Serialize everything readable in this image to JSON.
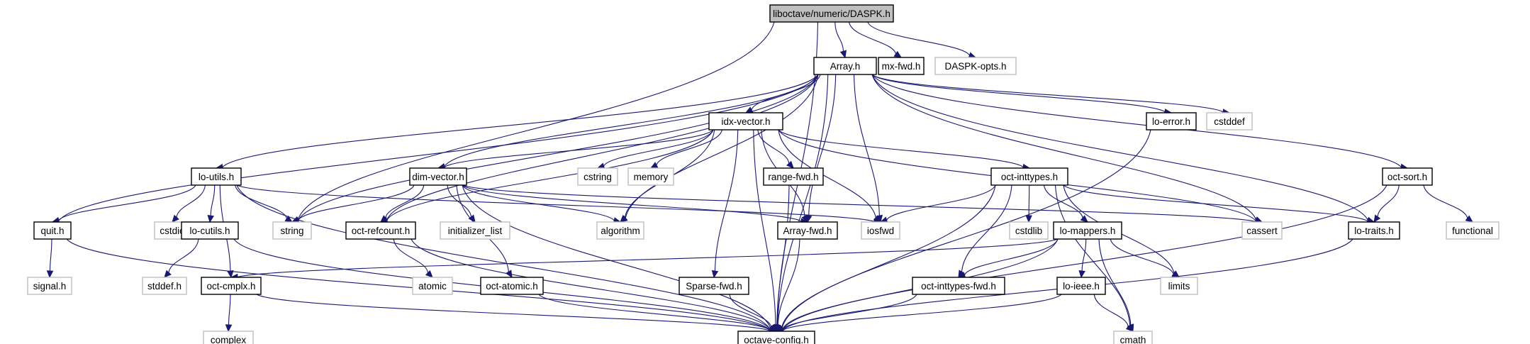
{
  "graph": {
    "title": "liboctave/numeric/DASPK.h",
    "edge_color": "#191970",
    "root_fill": "#bfbfbf",
    "external_border": "#bfbfbf",
    "nodes": [
      {
        "id": "daspk",
        "label": "liboctave/numeric/DASPK.h",
        "kind": "root"
      },
      {
        "id": "array",
        "label": "Array.h",
        "kind": "internal"
      },
      {
        "id": "mxfwd",
        "label": "mx-fwd.h",
        "kind": "internal"
      },
      {
        "id": "daspkopts",
        "label": "DASPK-opts.h",
        "kind": "external"
      },
      {
        "id": "idxvector",
        "label": "idx-vector.h",
        "kind": "internal"
      },
      {
        "id": "loerror",
        "label": "lo-error.h",
        "kind": "internal"
      },
      {
        "id": "cstddef",
        "label": "cstddef",
        "kind": "external"
      },
      {
        "id": "loutils",
        "label": "lo-utils.h",
        "kind": "internal"
      },
      {
        "id": "dimvector",
        "label": "dim-vector.h",
        "kind": "internal"
      },
      {
        "id": "octinttypes",
        "label": "oct-inttypes.h",
        "kind": "internal"
      },
      {
        "id": "rangefwd",
        "label": "range-fwd.h",
        "kind": "internal"
      },
      {
        "id": "cstring",
        "label": "cstring",
        "kind": "external"
      },
      {
        "id": "memory",
        "label": "memory",
        "kind": "external"
      },
      {
        "id": "octsort",
        "label": "oct-sort.h",
        "kind": "internal"
      },
      {
        "id": "quit",
        "label": "quit.h",
        "kind": "internal"
      },
      {
        "id": "cstdio",
        "label": "cstdio",
        "kind": "external"
      },
      {
        "id": "locutils",
        "label": "lo-cutils.h",
        "kind": "internal"
      },
      {
        "id": "string",
        "label": "string",
        "kind": "external"
      },
      {
        "id": "octrefcount",
        "label": "oct-refcount.h",
        "kind": "internal"
      },
      {
        "id": "initlist",
        "label": "initializer_list",
        "kind": "external"
      },
      {
        "id": "algorithm",
        "label": "algorithm",
        "kind": "external"
      },
      {
        "id": "arrayfwd",
        "label": "Array-fwd.h",
        "kind": "internal"
      },
      {
        "id": "iosfwd",
        "label": "iosfwd",
        "kind": "external"
      },
      {
        "id": "cstdlib",
        "label": "cstdlib",
        "kind": "external"
      },
      {
        "id": "lomappers",
        "label": "lo-mappers.h",
        "kind": "internal"
      },
      {
        "id": "cassert",
        "label": "cassert",
        "kind": "external"
      },
      {
        "id": "lotraits",
        "label": "lo-traits.h",
        "kind": "internal"
      },
      {
        "id": "functional",
        "label": "functional",
        "kind": "external"
      },
      {
        "id": "signal",
        "label": "signal.h",
        "kind": "external"
      },
      {
        "id": "stddef",
        "label": "stddef.h",
        "kind": "external"
      },
      {
        "id": "octcmplx",
        "label": "oct-cmplx.h",
        "kind": "internal"
      },
      {
        "id": "atomic",
        "label": "atomic",
        "kind": "external"
      },
      {
        "id": "octatomic",
        "label": "oct-atomic.h",
        "kind": "internal"
      },
      {
        "id": "sparsefwd",
        "label": "Sparse-fwd.h",
        "kind": "internal"
      },
      {
        "id": "octinttypesfwd",
        "label": "oct-inttypes-fwd.h",
        "kind": "internal"
      },
      {
        "id": "loieee",
        "label": "lo-ieee.h",
        "kind": "internal"
      },
      {
        "id": "limits",
        "label": "limits",
        "kind": "external"
      },
      {
        "id": "complex",
        "label": "complex",
        "kind": "external"
      },
      {
        "id": "octaveconfig",
        "label": "octave-config.h",
        "kind": "internal"
      },
      {
        "id": "cmath",
        "label": "cmath",
        "kind": "external"
      }
    ],
    "edges": [
      [
        "daspk",
        "array"
      ],
      [
        "daspk",
        "mxfwd"
      ],
      [
        "daspk",
        "daspkopts"
      ],
      [
        "daspk",
        "string"
      ],
      [
        "daspk",
        "octaveconfig"
      ],
      [
        "array",
        "idxvector"
      ],
      [
        "array",
        "loerror"
      ],
      [
        "array",
        "cstddef"
      ],
      [
        "array",
        "loutils"
      ],
      [
        "array",
        "dimvector"
      ],
      [
        "array",
        "octrefcount"
      ],
      [
        "array",
        "string"
      ],
      [
        "array",
        "quit"
      ],
      [
        "array",
        "algorithm"
      ],
      [
        "array",
        "arrayfwd"
      ],
      [
        "array",
        "iosfwd"
      ],
      [
        "array",
        "cassert"
      ],
      [
        "array",
        "lotraits"
      ],
      [
        "array",
        "octsort"
      ],
      [
        "array",
        "octaveconfig"
      ],
      [
        "idxvector",
        "dimvector"
      ],
      [
        "idxvector",
        "octrefcount"
      ],
      [
        "idxvector",
        "cstring"
      ],
      [
        "idxvector",
        "memory"
      ],
      [
        "idxvector",
        "rangefwd"
      ],
      [
        "idxvector",
        "arrayfwd"
      ],
      [
        "idxvector",
        "iosfwd"
      ],
      [
        "idxvector",
        "octinttypes"
      ],
      [
        "idxvector",
        "cassert"
      ],
      [
        "idxvector",
        "algorithm"
      ],
      [
        "idxvector",
        "sparsefwd"
      ],
      [
        "idxvector",
        "octaveconfig"
      ],
      [
        "loerror",
        "octaveconfig"
      ],
      [
        "loutils",
        "quit"
      ],
      [
        "loutils",
        "cstdio"
      ],
      [
        "loutils",
        "locutils"
      ],
      [
        "loutils",
        "string"
      ],
      [
        "loutils",
        "octcmplx"
      ],
      [
        "loutils",
        "iosfwd"
      ],
      [
        "loutils",
        "octaveconfig"
      ],
      [
        "dimvector",
        "string"
      ],
      [
        "dimvector",
        "octrefcount"
      ],
      [
        "dimvector",
        "initlist"
      ],
      [
        "dimvector",
        "algorithm"
      ],
      [
        "dimvector",
        "arrayfwd"
      ],
      [
        "dimvector",
        "cassert"
      ],
      [
        "dimvector",
        "octatomic"
      ],
      [
        "dimvector",
        "octaveconfig"
      ],
      [
        "octinttypes",
        "iosfwd"
      ],
      [
        "octinttypes",
        "cstdlib"
      ],
      [
        "octinttypes",
        "lomappers"
      ],
      [
        "octinttypes",
        "limits"
      ],
      [
        "octinttypes",
        "lotraits"
      ],
      [
        "octinttypes",
        "octinttypesfwd"
      ],
      [
        "octinttypes",
        "cmath"
      ],
      [
        "octinttypes",
        "octaveconfig"
      ],
      [
        "rangefwd",
        "octaveconfig"
      ],
      [
        "octsort",
        "lotraits"
      ],
      [
        "octsort",
        "functional"
      ],
      [
        "octsort",
        "octaveconfig"
      ],
      [
        "quit",
        "signal"
      ],
      [
        "quit",
        "octaveconfig"
      ],
      [
        "locutils",
        "stddef"
      ],
      [
        "locutils",
        "octaveconfig"
      ],
      [
        "octrefcount",
        "atomic"
      ],
      [
        "octrefcount",
        "octaveconfig"
      ],
      [
        "arrayfwd",
        "octaveconfig"
      ],
      [
        "lomappers",
        "octcmplx"
      ],
      [
        "lomappers",
        "octinttypesfwd"
      ],
      [
        "lomappers",
        "loieee"
      ],
      [
        "lomappers",
        "limits"
      ],
      [
        "lomappers",
        "cmath"
      ],
      [
        "lomappers",
        "octaveconfig"
      ],
      [
        "lotraits",
        "octaveconfig"
      ],
      [
        "octcmplx",
        "complex"
      ],
      [
        "octcmplx",
        "octaveconfig"
      ],
      [
        "octatomic",
        "octaveconfig"
      ],
      [
        "sparsefwd",
        "octaveconfig"
      ],
      [
        "octinttypesfwd",
        "octaveconfig"
      ],
      [
        "loieee",
        "cmath"
      ],
      [
        "loieee",
        "octaveconfig"
      ]
    ]
  }
}
